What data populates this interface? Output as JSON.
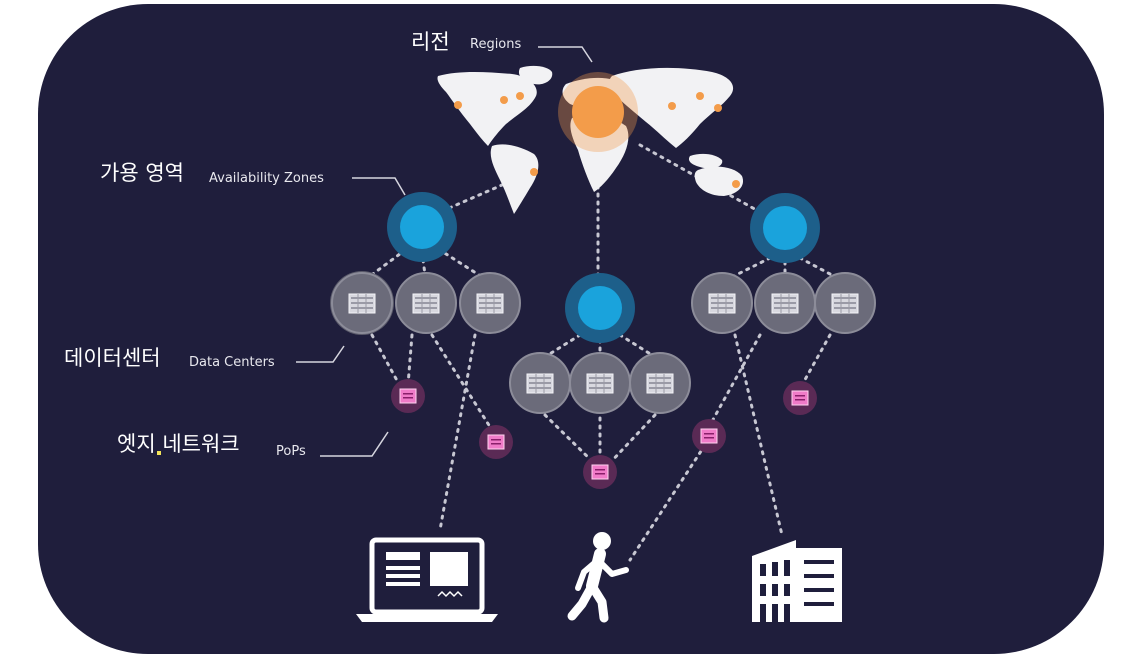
{
  "colors": {
    "background": "#1f1e3c",
    "region_orange": "#f39c4a",
    "az_blue": "#1aa3dc",
    "az_ring": "#1d5f8a",
    "datacenter_gray": "#b9b9c2",
    "pop_magenta": "#d14aa8",
    "pop_ring": "#5a2a55",
    "white": "#ffffff"
  },
  "labels": {
    "regions": {
      "ko": "리전",
      "en": "Regions"
    },
    "availability_zones": {
      "ko": "가용 영역",
      "en": "Availability Zones"
    },
    "data_centers": {
      "ko": "데이터센터",
      "en": "Data Centers"
    },
    "edge_network": {
      "ko": "엣지 네트워크",
      "en": "PoPs"
    }
  },
  "icons": {
    "world_map": "world-map-icon",
    "region": "region-highlight-icon",
    "availability_zone": "availability-zone-icon",
    "data_center": "data-center-server-icon",
    "pop": "pop-edge-icon",
    "laptop": "laptop-icon",
    "walking_person": "walking-person-icon",
    "office_building": "office-building-icon"
  }
}
